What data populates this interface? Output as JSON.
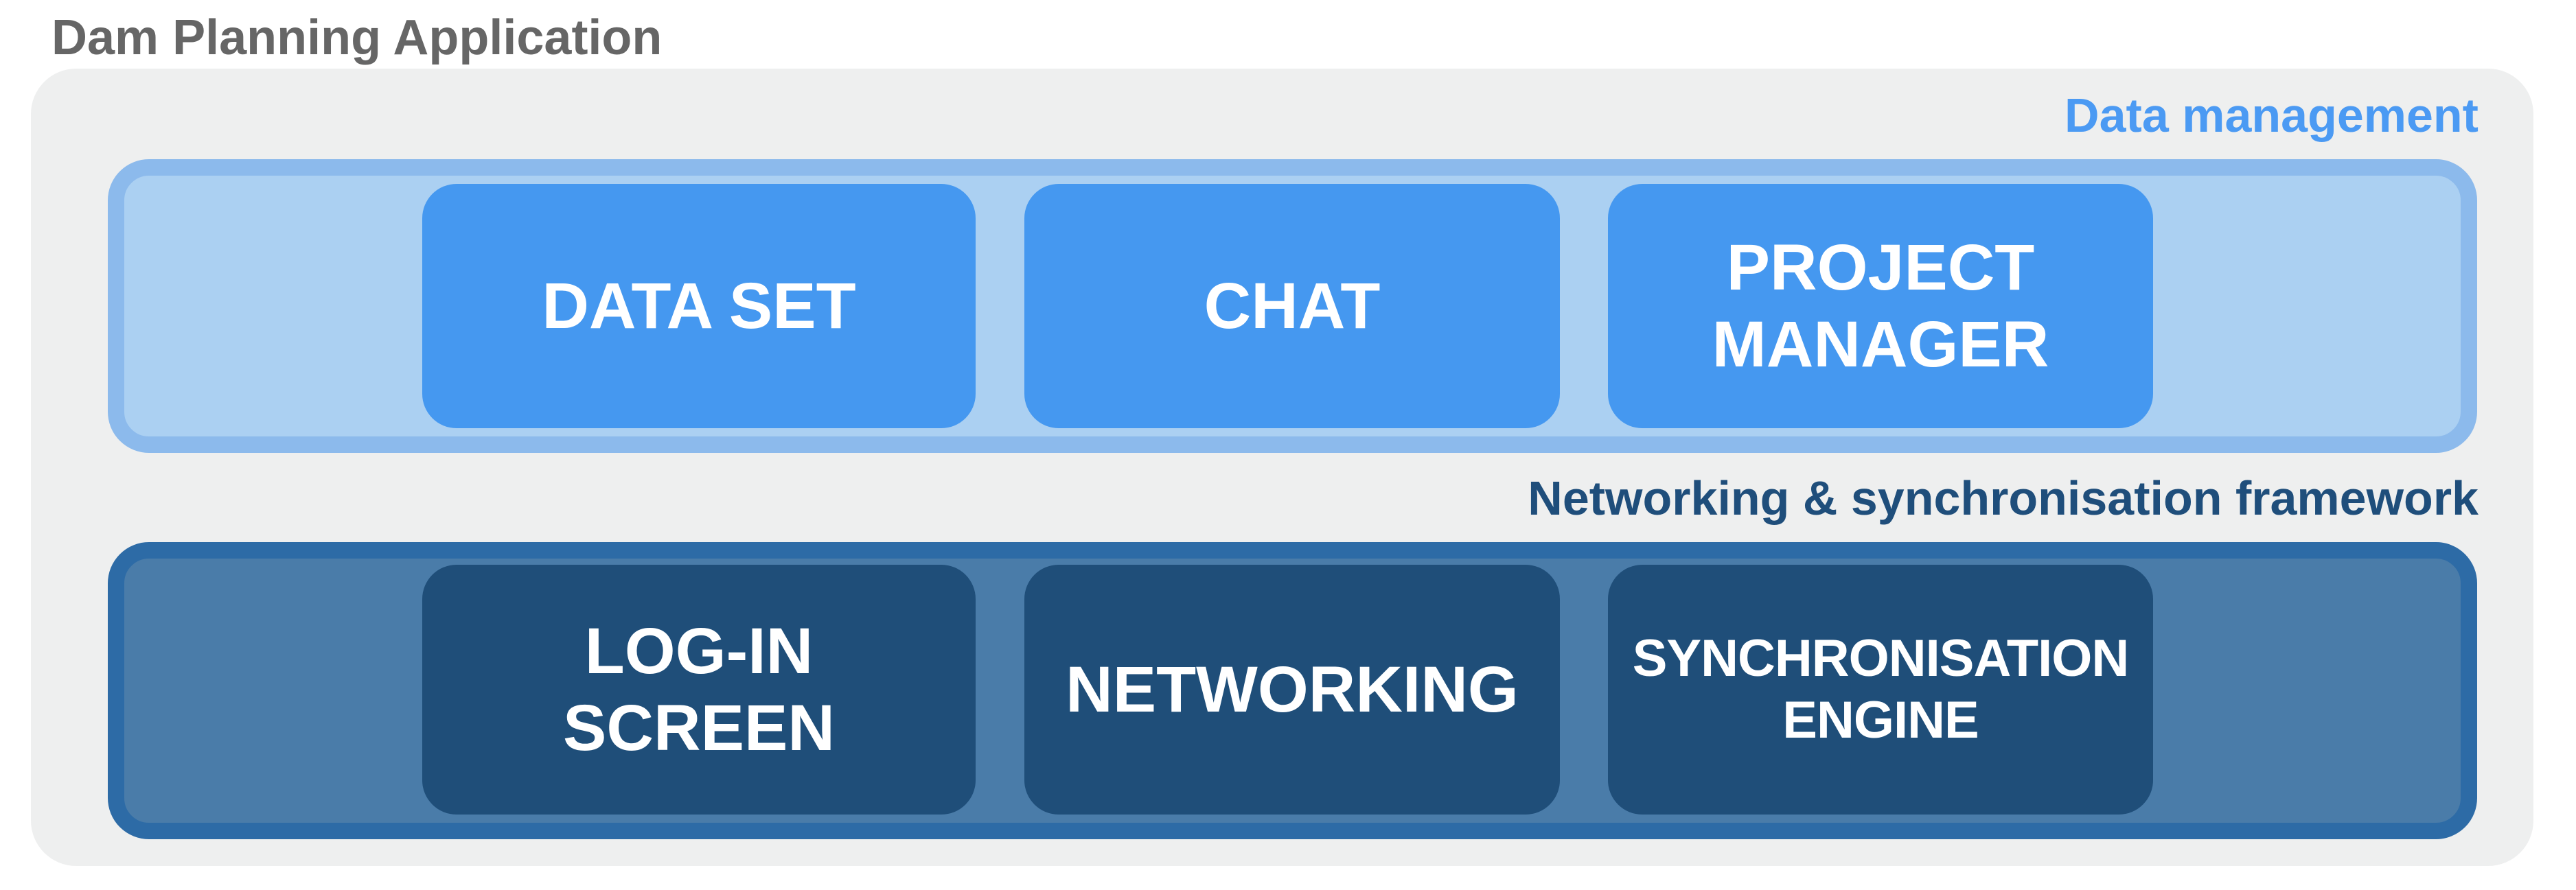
{
  "title": "Dam Planning Application",
  "layers": [
    {
      "label": "Data management",
      "boxes": [
        "DATA SET",
        "CHAT",
        "PROJECT MANAGER"
      ]
    },
    {
      "label": "Networking & synchronisation framework",
      "boxes": [
        "LOG-IN SCREEN",
        "NETWORKING",
        "SYNCHRONISATION ENGINE"
      ]
    }
  ],
  "colors": {
    "title_text": "#666666",
    "data_management_label": "#4b9af3",
    "data_management_band_border": "#8cbaec",
    "data_management_band_fill": "#abd0f2",
    "data_management_box_fill": "#4598f0",
    "networking_label": "#1f4e7b",
    "networking_band_border": "#2d6ba6",
    "networking_band_fill": "#4a7ca9",
    "networking_box_fill": "#1f4e79",
    "outer_container_fill": "#eeefef",
    "box_text": "#ffffff"
  }
}
